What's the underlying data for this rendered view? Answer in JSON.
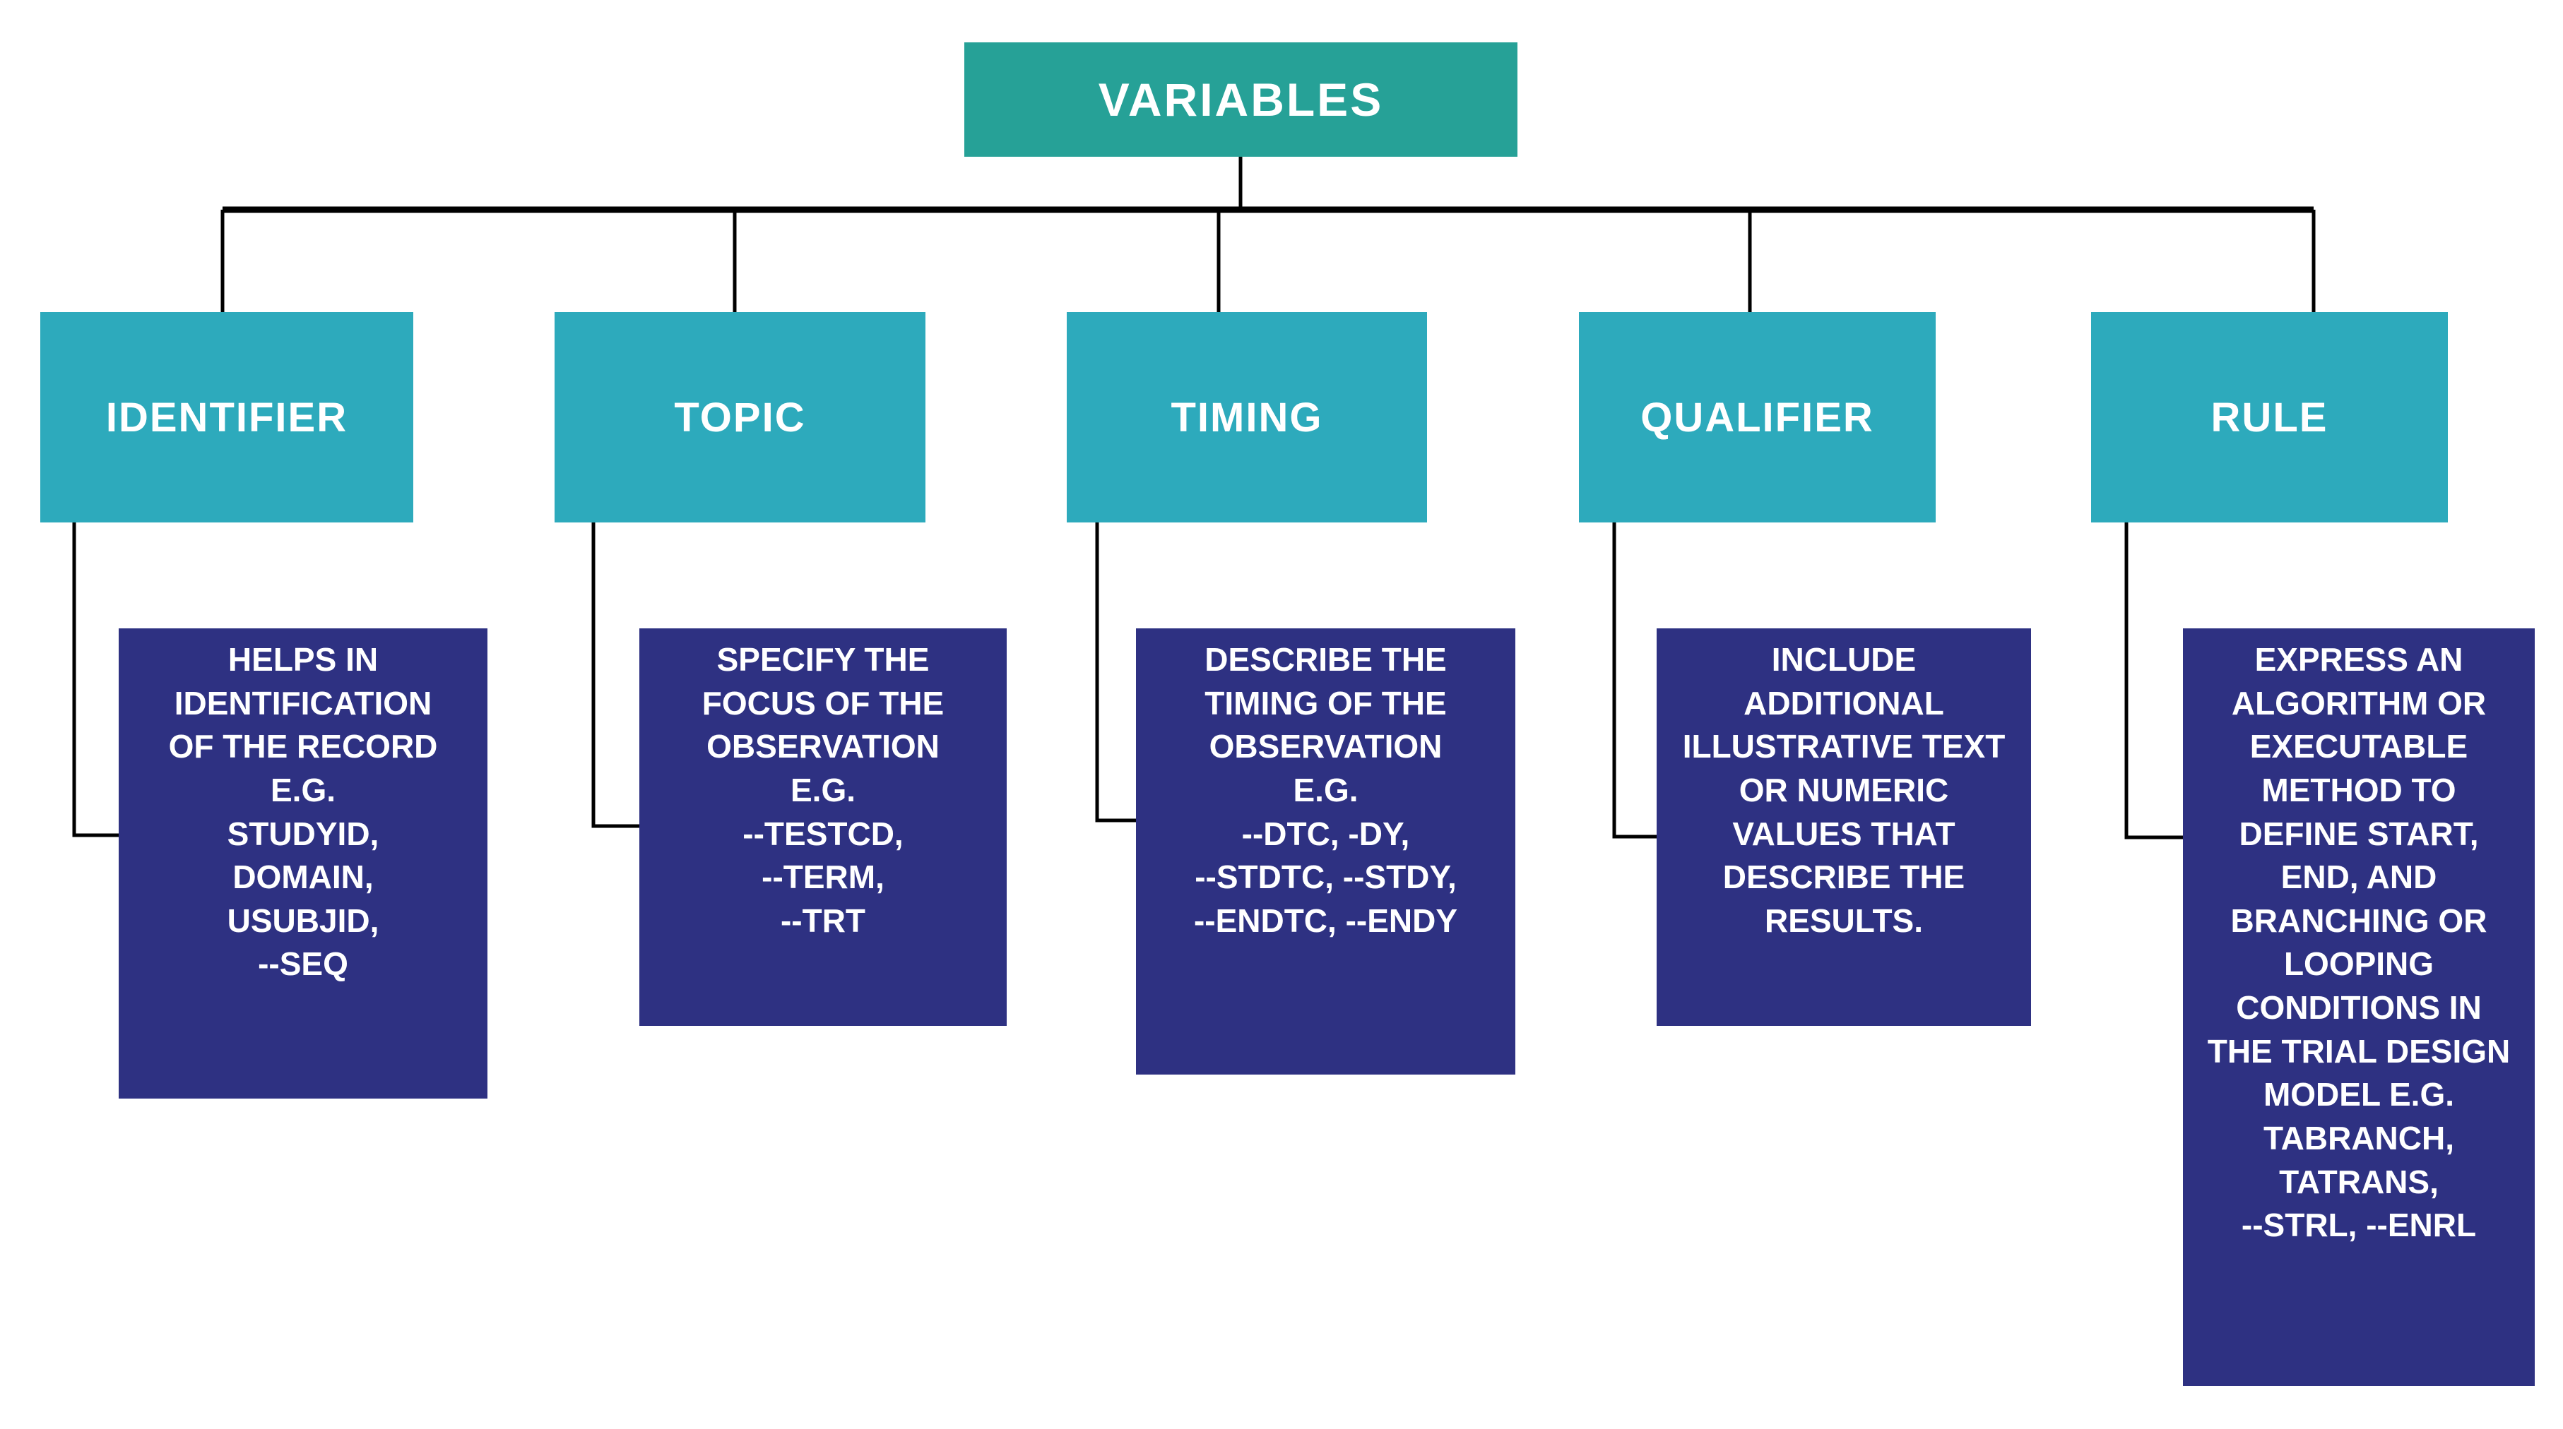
{
  "diagram": {
    "title": "VARIABLES",
    "type": "hierarchy-tree",
    "colors": {
      "root_fill": "#26a197",
      "category_fill": "#2daabc",
      "description_fill": "#2e3182",
      "text": "#ffffff",
      "connector": "#000000",
      "background": "#ffffff"
    },
    "root": {
      "label": "VARIABLES"
    },
    "categories": [
      {
        "key": "identifier",
        "label": "IDENTIFIER",
        "description": "HELPS IN\nIDENTIFICATION\nOF THE RECORD\nE.G.\nSTUDYID,\nDOMAIN,\nUSUBJID,\n--SEQ"
      },
      {
        "key": "topic",
        "label": "TOPIC",
        "description": "SPECIFY THE\nFOCUS OF THE\nOBSERVATION\nE.G.\n--TESTCD,\n--TERM,\n--TRT"
      },
      {
        "key": "timing",
        "label": "TIMING",
        "description": "DESCRIBE THE\nTIMING OF THE\nOBSERVATION\nE.G.\n--DTC, -DY,\n--STDTC, --STDY,\n--ENDTC, --ENDY"
      },
      {
        "key": "qualifier",
        "label": "QUALIFIER",
        "description": "INCLUDE\nADDITIONAL\nILLUSTRATIVE TEXT\nOR NUMERIC\nVALUES THAT\nDESCRIBE THE\nRESULTS."
      },
      {
        "key": "rule",
        "label": "RULE",
        "description": "EXPRESS AN\nALGORITHM OR\nEXECUTABLE\nMETHOD TO\nDEFINE START,\nEND, AND\nBRANCHING OR\nLOOPING\nCONDITIONS IN\nTHE TRIAL DESIGN\nMODEL E.G.\nTABRANCH,\nTATRANS,\n--STRL, --ENRL"
      }
    ]
  }
}
